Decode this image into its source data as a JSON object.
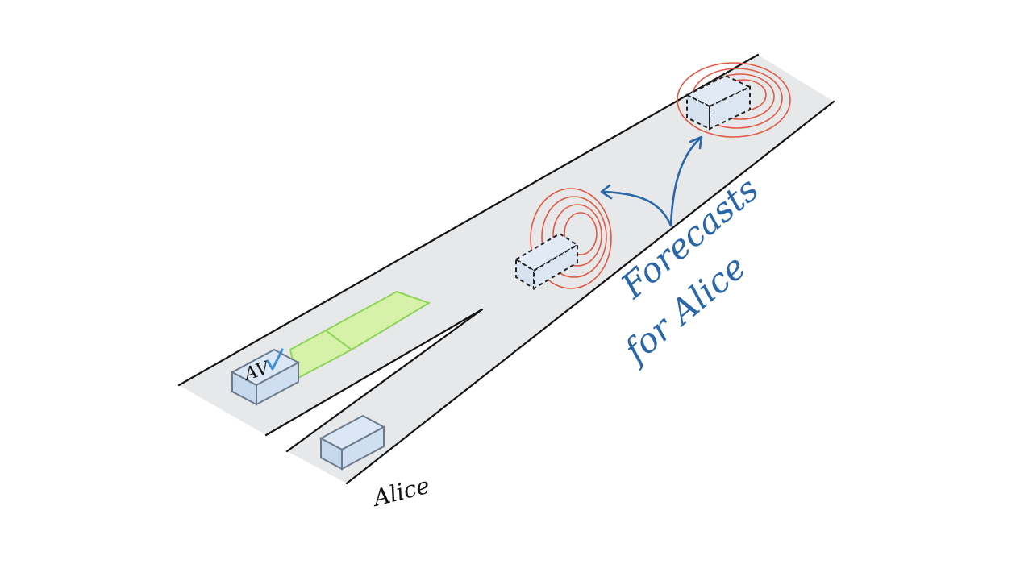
{
  "labels": {
    "av": "AV",
    "alice": "Alice",
    "forecast_line1": "Forecasts",
    "forecast_line2": "for Alice"
  },
  "colors": {
    "road_fill": "#e6e8ea",
    "road_edge": "#111111",
    "lane_fill": "#d5f2a8",
    "lane_stroke": "#8fd35a",
    "car_fill": "#d4e3f3",
    "car_stroke": "#6b7b8c",
    "ghost_fill": "#e2ebf5",
    "forecast_ring": "#e05a45",
    "annotation": "#2a67a8",
    "check": "#3b8ed8",
    "text": "#111111"
  },
  "icons": {
    "check": "checkmark-icon"
  },
  "forecast_rings_per_target": 4
}
